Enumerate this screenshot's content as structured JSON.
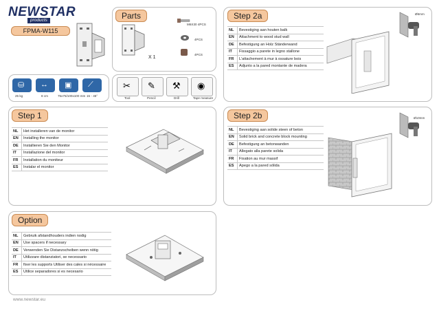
{
  "brand": {
    "name": "NEWSTAR",
    "sub": "products",
    "model": "FPMA-W115",
    "website": "www.newstar.eu"
  },
  "parts": {
    "title": "Parts",
    "plate_qty": "X 1",
    "screw_label": "M6X30  4PCS",
    "washer_label": "4PCS",
    "spacer_label": "4PCS"
  },
  "specs": [
    {
      "icon": "weight-icon",
      "label": "25 kg"
    },
    {
      "icon": "depth-icon",
      "label": "8 cm"
    },
    {
      "icon": "vesa-icon",
      "label": "75x75/100x100 mm"
    },
    {
      "icon": "tilt-icon",
      "label": "15 - 45°"
    }
  ],
  "tools": [
    {
      "icon": "tool-icon",
      "label": "Tool"
    },
    {
      "icon": "pencil-icon",
      "label": "Pencil"
    },
    {
      "icon": "drill-icon",
      "label": "Drill"
    },
    {
      "icon": "tape-measure-icon",
      "label": "Tape measure"
    }
  ],
  "step1": {
    "title": "Step 1",
    "rows": [
      {
        "code": "NL",
        "text": "Het installeren van de monitor"
      },
      {
        "code": "EN",
        "text": "Installing the monitor"
      },
      {
        "code": "DE",
        "text": "Installieren Sie den Monitor"
      },
      {
        "code": "IT",
        "text": "Installazione del monitor"
      },
      {
        "code": "FR",
        "text": "Installation du moniteur"
      },
      {
        "code": "ES",
        "text": "Instalar el monitor"
      }
    ]
  },
  "step2a": {
    "title": "Step 2a",
    "drill_label": "Ø6mm",
    "rows": [
      {
        "code": "NL",
        "text": "Bevestiging aan houten balk"
      },
      {
        "code": "EN",
        "text": "Attachment to wood stud wall"
      },
      {
        "code": "DE",
        "text": "Befestigung an Holz Ständerwand"
      },
      {
        "code": "IT",
        "text": "Fissaggio a parete in legno stallone"
      },
      {
        "code": "FR",
        "text": "L'attachement à mur à ossature bois"
      },
      {
        "code": "ES",
        "text": "Adjunto a la pared montante de madera"
      }
    ]
  },
  "step2b": {
    "title": "Step 2b",
    "drill_label": "Ø10mm",
    "rows": [
      {
        "code": "NL",
        "text": "Bevestiging aan solide steen of beton"
      },
      {
        "code": "EN",
        "text": "Solid brick and concrete block mounting"
      },
      {
        "code": "DE",
        "text": "Befestigung an betonwanden"
      },
      {
        "code": "IT",
        "text": "Allegato alla parete solida"
      },
      {
        "code": "FR",
        "text": "Fixation au mur massif"
      },
      {
        "code": "ES",
        "text": "Apego a la pared sólida"
      }
    ]
  },
  "option": {
    "title": "Option",
    "rows": [
      {
        "code": "NL",
        "text": "Gebruik afstandhouders indien nodig"
      },
      {
        "code": "EN",
        "text": "Use spacers if necessary"
      },
      {
        "code": "DE",
        "text": "Verwenden Sie Distanzscheiben wenn nötig"
      },
      {
        "code": "IT",
        "text": "Utilizzare distanziatori, se necessario"
      },
      {
        "code": "FR",
        "text": "fixer les supports Utiliser des cales si nécessaire"
      },
      {
        "code": "ES",
        "text": "Utilice separadores si es necesario"
      }
    ]
  },
  "colors": {
    "accent": "#f5c79e",
    "accent_border": "#c98a52",
    "spec_blue": "#2f67a7",
    "brand_navy": "#1f2f63"
  }
}
